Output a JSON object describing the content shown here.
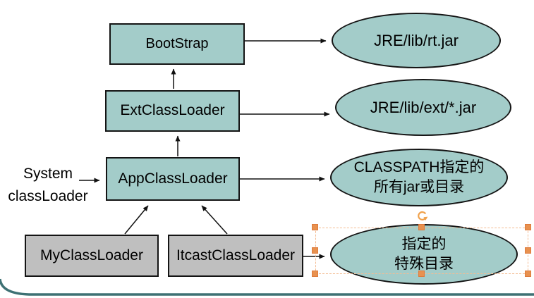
{
  "diagram": {
    "nodes": {
      "bootstrap": {
        "label": "BootStrap"
      },
      "ext": {
        "label": "ExtClassLoader"
      },
      "app": {
        "label": "AppClassLoader"
      },
      "my": {
        "label": "MyClassLoader"
      },
      "itcast": {
        "label": "ItcastClassLoader"
      }
    },
    "targets": {
      "rt": {
        "label": "JRE/lib/rt.jar"
      },
      "extjar": {
        "label": "JRE/lib/ext/*.jar"
      },
      "classpath": {
        "line1": "CLASSPATH指定的",
        "line2": "所有jar或目录"
      },
      "special": {
        "line1": "指定的",
        "line2": "特殊目录"
      }
    },
    "side_label": {
      "line1": "System",
      "line2": "classLoader"
    },
    "edges": [
      {
        "from": "ExtClassLoader",
        "to": "BootStrap"
      },
      {
        "from": "AppClassLoader",
        "to": "ExtClassLoader"
      },
      {
        "from": "MyClassLoader",
        "to": "AppClassLoader"
      },
      {
        "from": "ItcastClassLoader",
        "to": "AppClassLoader"
      },
      {
        "from": "System classLoader",
        "to": "AppClassLoader"
      },
      {
        "from": "BootStrap",
        "to": "JRE/lib/rt.jar"
      },
      {
        "from": "ExtClassLoader",
        "to": "JRE/lib/ext/*.jar"
      },
      {
        "from": "AppClassLoader",
        "to": "CLASSPATH指定的所有jar或目录"
      },
      {
        "from": "ItcastClassLoader",
        "to": "指定的特殊目录"
      }
    ],
    "selection": {
      "selected_shape": "special-directory-ellipse"
    }
  },
  "colors": {
    "shape_fill": "#A3CCC9",
    "custom_shape_fill": "#BFBFBF",
    "outline": "#141414",
    "arrow": "#111111",
    "selection_handle": "#E8914F",
    "selection_dash": "#F4BC92",
    "footer_line": "#3E7174"
  }
}
